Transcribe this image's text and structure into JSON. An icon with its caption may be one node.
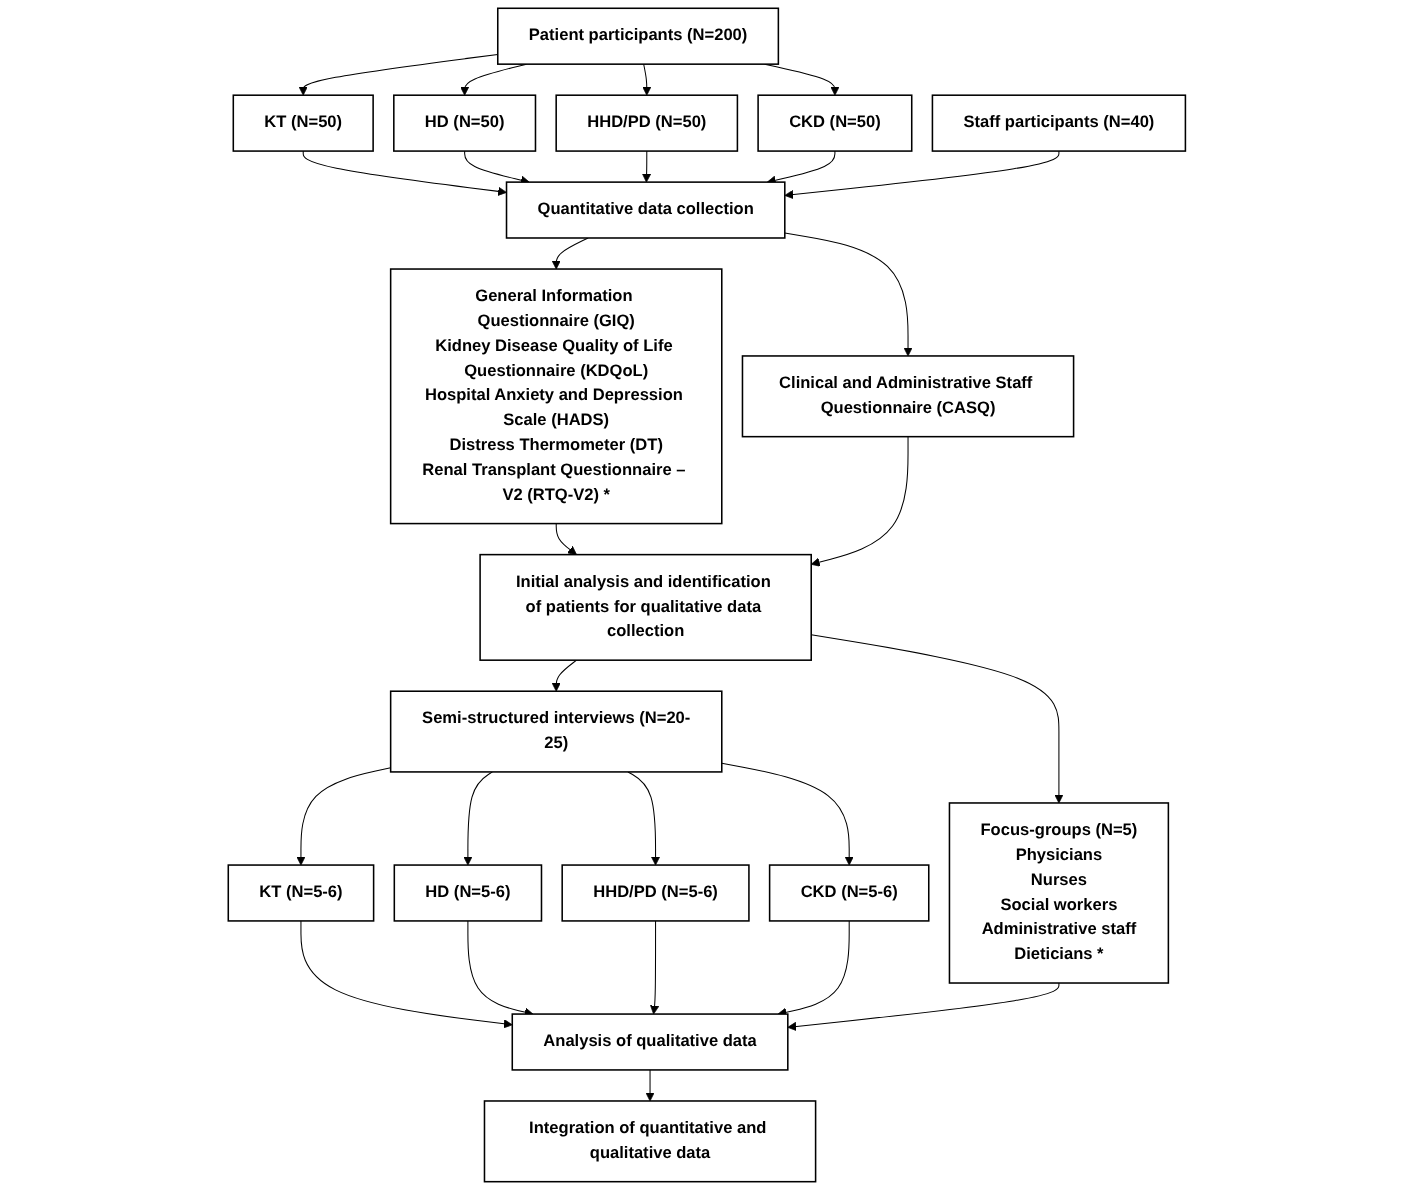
{
  "diagram": {
    "nodes": [
      {
        "text": [
          "Patient participants (N=200)"
        ]
      },
      {
        "text": [
          "Staff participants (N=40)"
        ]
      },
      {
        "text": [
          "KT (N=50)"
        ]
      },
      {
        "text": [
          "HD (N=50)"
        ]
      },
      {
        "text": [
          "HHD/PD (N=50)"
        ]
      },
      {
        "text": [
          "CKD (N=50)"
        ]
      },
      {
        "text": [
          "Quantitative data collection"
        ]
      },
      {
        "text": [
          "General Information Questionnaire (GIQ)",
          "Kidney Disease Quality of Life Questionnaire (KDQoL)",
          "Hospital Anxiety and Depression Scale (HADS)",
          "Distress Thermometer (DT)",
          "Renal Transplant Questionnaire – V2 (RTQ-V2) *"
        ]
      },
      {
        "text": [
          "Clinical and Administrative Staff Questionnaire (CASQ)"
        ]
      },
      {
        "text": [
          "Initial analysis and identification of patients for qualitative data collection"
        ]
      },
      {
        "text": [
          "Semi-structured interviews (N=20-25)"
        ]
      },
      {
        "text": [
          "Focus-groups (N=5)",
          "Physicians",
          "Nurses",
          "Social workers",
          "Administrative staff",
          "Dieticians *"
        ]
      },
      {
        "text": [
          "KT (N=5-6)"
        ]
      },
      {
        "text": [
          "HD (N=5-6)"
        ]
      },
      {
        "text": [
          "HHD/PD (N=5-6)"
        ]
      },
      {
        "text": [
          "CKD (N=5-6)"
        ]
      },
      {
        "text": [
          "Analysis of qualitative data"
        ]
      },
      {
        "text": [
          "Integration of quantitative and qualitative data"
        ]
      }
    ],
    "edges": [
      {
        "from": 0,
        "to": 2,
        "arrow": "to"
      },
      {
        "from": 0,
        "to": 3,
        "arrow": "to"
      },
      {
        "from": 0,
        "to": 4,
        "arrow": "to"
      },
      {
        "from": 0,
        "to": 5,
        "arrow": "to"
      },
      {
        "from": 2,
        "to": 6,
        "arrow": "to"
      },
      {
        "from": 3,
        "to": 6,
        "arrow": "to"
      },
      {
        "from": 4,
        "to": 6,
        "arrow": "to"
      },
      {
        "from": 5,
        "to": 6,
        "arrow": "to"
      },
      {
        "from": 1,
        "to": 6,
        "arrow": "to"
      },
      {
        "from": 6,
        "to": 7,
        "arrow": "to"
      },
      {
        "from": 6,
        "to": 8,
        "arrow": "to"
      },
      {
        "from": 7,
        "to": 9,
        "arrow": "to"
      },
      {
        "from": 8,
        "to": 9,
        "arrow": "to"
      },
      {
        "from": 9,
        "to": 10,
        "arrow": "to"
      },
      {
        "from": 9,
        "to": 11,
        "arrow": "to"
      },
      {
        "from": 10,
        "to": 12,
        "arrow": "to"
      },
      {
        "from": 10,
        "to": 13,
        "arrow": "to"
      },
      {
        "from": 10,
        "to": 14,
        "arrow": "to"
      },
      {
        "from": 10,
        "to": 15,
        "arrow": "to"
      },
      {
        "from": 12,
        "to": 16,
        "arrow": "to"
      },
      {
        "from": 13,
        "to": 16,
        "arrow": "to"
      },
      {
        "from": 14,
        "to": 16,
        "arrow": "to"
      },
      {
        "from": 15,
        "to": 16,
        "arrow": "to"
      },
      {
        "from": 11,
        "to": 16,
        "arrow": "to"
      },
      {
        "from": 16,
        "to": 17,
        "arrow": "to"
      }
    ]
  }
}
